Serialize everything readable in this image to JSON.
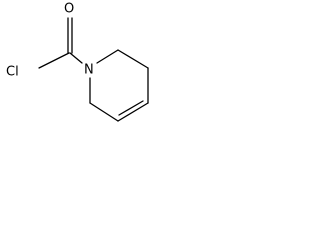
{
  "molecule": {
    "atoms": {
      "oxygen": "O",
      "chlorine": "Cl",
      "nitrogen": "N"
    },
    "bonds": [
      {
        "from": "carbonyl-carbon",
        "to": "oxygen",
        "order": 2
      },
      {
        "from": "carbonyl-carbon",
        "to": "chlorine",
        "order": 1
      },
      {
        "from": "carbonyl-carbon",
        "to": "nitrogen",
        "order": 1
      },
      {
        "from": "nitrogen",
        "to": "ring-c2",
        "order": 1
      },
      {
        "from": "ring-c2",
        "to": "ring-c3",
        "order": 1
      },
      {
        "from": "ring-c3",
        "to": "ring-c4",
        "order": 1
      },
      {
        "from": "ring-c4",
        "to": "ring-c5",
        "order": 2
      },
      {
        "from": "ring-c5",
        "to": "ring-c6",
        "order": 1
      },
      {
        "from": "ring-c6",
        "to": "nitrogen",
        "order": 1
      }
    ]
  }
}
